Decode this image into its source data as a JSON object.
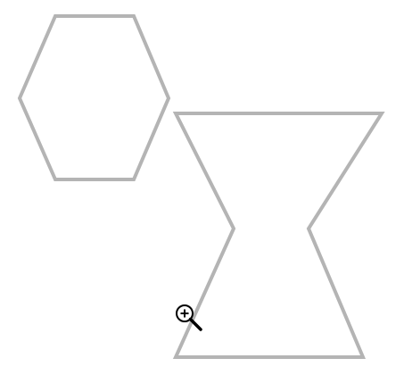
{
  "colors": {
    "background": "#ffffff",
    "shape_stroke": "#b4b4b4",
    "cursor": "#000000"
  },
  "shapes": [
    {
      "name": "hexagon",
      "kind": "outline"
    },
    {
      "name": "hourglass",
      "kind": "outline"
    }
  ],
  "cursor": {
    "icon": "zoom-in-magnifier-icon"
  }
}
